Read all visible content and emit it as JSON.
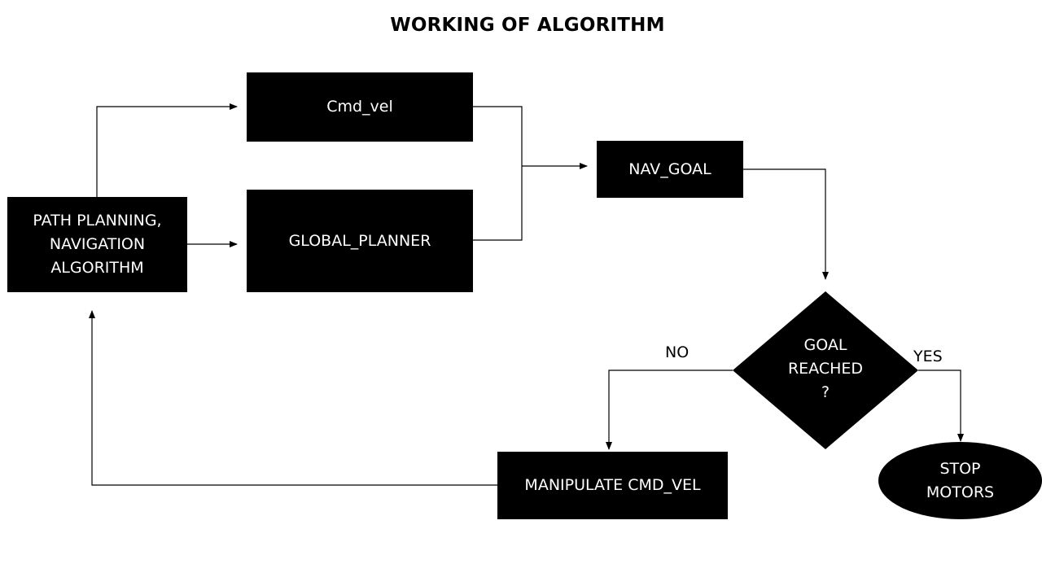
{
  "title": "WORKING OF ALGORITHM",
  "nodes": {
    "path_planning": "PATH PLANNING,\nNAVIGATION\nALGORITHM",
    "cmd_vel": "Cmd_vel",
    "global_planner": "GLOBAL_PLANNER",
    "nav_goal": "NAV_GOAL",
    "goal_reached": "GOAL\nREACHED\n?",
    "manipulate_cmd_vel": "MANIPULATE CMD_VEL",
    "stop_motors": "STOP\nMOTORS"
  },
  "edge_labels": {
    "no": "NO",
    "yes": "YES"
  },
  "colors": {
    "node_fill": "#000000",
    "node_text": "#ffffff",
    "connector": "#000000"
  }
}
